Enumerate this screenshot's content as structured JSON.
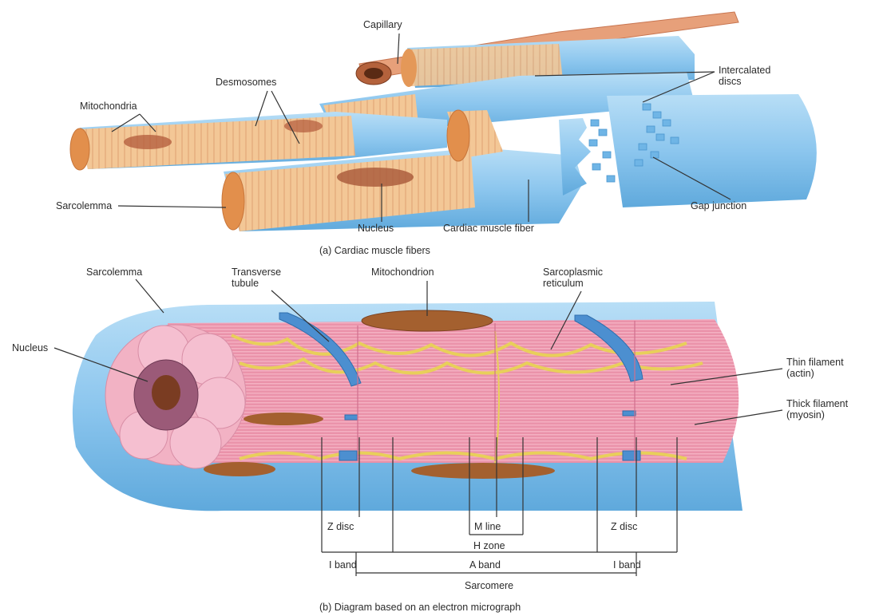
{
  "panel_a": {
    "caption": "(a) Cardiac muscle fibers",
    "labels": {
      "capillary": "Capillary",
      "desmosomes": "Desmosomes",
      "mitochondria": "Mitochondria",
      "intercalated_discs_1": "Intercalated",
      "intercalated_discs_2": "discs",
      "sarcolemma": "Sarcolemma",
      "nucleus": "Nucleus",
      "cardiac_muscle_fiber": "Cardiac muscle fiber",
      "gap_junction": "Gap junction"
    }
  },
  "panel_b": {
    "caption": "(b) Diagram based on an electron micrograph",
    "labels": {
      "sarcolemma": "Sarcolemma",
      "transverse_tubule_1": "Transverse",
      "transverse_tubule_2": "tubule",
      "mitochondrion": "Mitochondrion",
      "sarcoplasmic_reticulum_1": "Sarcoplasmic",
      "sarcoplasmic_reticulum_2": "reticulum",
      "nucleus": "Nucleus",
      "thin_filament_1": "Thin filament",
      "thin_filament_2": "(actin)",
      "thick_filament_1": "Thick filament",
      "thick_filament_2": "(myosin)",
      "z_disc_left": "Z disc",
      "m_line": "M line",
      "z_disc_right": "Z disc",
      "h_zone": "H zone",
      "i_band_left": "I band",
      "a_band": "A band",
      "i_band_right": "I band",
      "sarcomere": "Sarcomere"
    }
  },
  "colors": {
    "membrane_blue": "#8cc6ee",
    "fiber_orange": "#f1c08d",
    "myofibril_pink": "#f0a0b8",
    "sr_yellow": "#e8cf5a",
    "mito_brown": "#a4602f",
    "nucleus_purple": "#9b5a78"
  }
}
